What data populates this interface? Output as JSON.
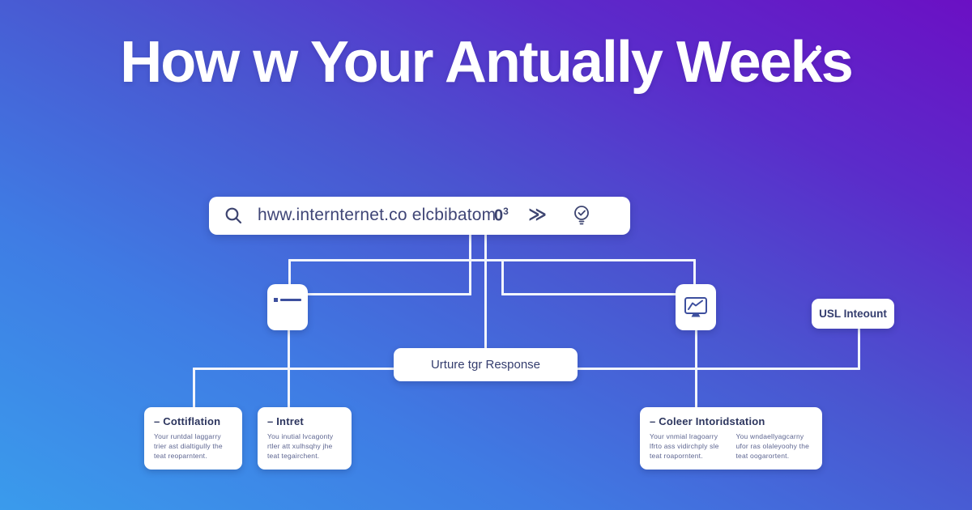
{
  "title": "How w Your Antually Weeks",
  "search_bar": {
    "query": "hww.internternet.co elcbibatom",
    "zero": "0",
    "zero_sup": "3",
    "chevrons": "≫"
  },
  "nodes": {
    "url_box": "USL Inteount",
    "response_box": "Urture tgr Response"
  },
  "cards": [
    {
      "heading": "– Cottiflation",
      "body": "Your runtdal laggarry trier ast dialtigully the teat reoparntent."
    },
    {
      "heading": "– Intret",
      "body": "You inutial lvcagonty rtler att xulhsqhy jhe teat tegairchent."
    },
    {
      "heading": "– Coleer Intoridstation",
      "body_col1": "Your vnmial lragoarry lfrto ass vidirchply sle teat roaporntent.",
      "body_col2": "You wndaellyagcarny ufor ras olaleyoohy the teat oogarortent."
    }
  ],
  "icons": {
    "search": "magnifying-glass",
    "superscript_zero": "zero-cubed-glyph",
    "double_chevron": "fast-forward-chevrons",
    "bulb_check": "circle-check-bulb",
    "document": "text-document",
    "chart": "monitor-line-chart"
  },
  "colors": {
    "gradient_bottom_left": "#3a9bec",
    "gradient_center": "#4a55d0",
    "gradient_top_right": "#6b10c4",
    "text_navy": "#3d4470",
    "icon_navy": "#3d4f9e",
    "card_body_gray": "#5d6590",
    "line_white": "#f2f5fc"
  }
}
